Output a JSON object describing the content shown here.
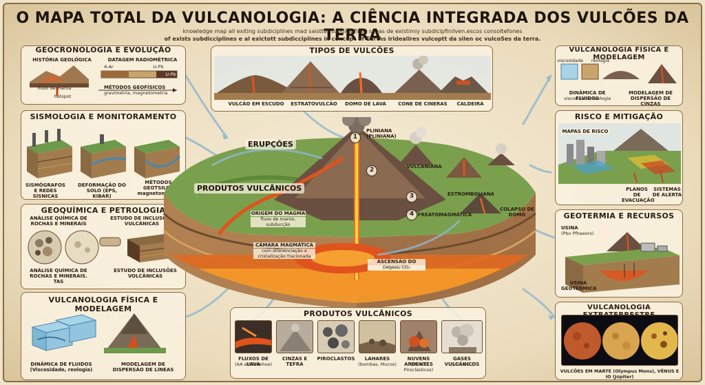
{
  "title": "O MAPA TOTAL DA VULCANOLOGIA: A CIÊNCIA INTEGRADA DOS VULCÕES DA TERRA",
  "subtitle_line1": "knowledge map all exiting subdiciplines mad saistter subdicipfines sxqas de existimiy subdicipfinilven.escos consoltefones",
  "subtitle_line2": "of exists subdicciplines e al exictott subdicciplines in concept of Earths iridealires vulcoptt da silen oc vulcoSes da terra.",
  "geocronologia": {
    "title": "GEOCRONOLOGIA E EVOLUÇÃO",
    "historia": "HISTÓRIA GEOLÓGICA",
    "datagem": "DATAGEM RADIOMÉTRICA",
    "ar": "6-Ar",
    "upb": "U-Pb",
    "upb2": "U-Pb",
    "fluxo": "fluxo de manta",
    "hotspot": "hetspot",
    "metodos": "MÉTODOS GEOFÍSICOS",
    "metodos_sub": "gravimetria, magnetometria"
  },
  "sismologia": {
    "title": "SISMOLOGIA E MONITORAMENTO",
    "sismografos": "SISMÓGRAFOS E REDES SÍSNICAS",
    "deformacao": "DEFORMAÇÃO DO SOLO (EPS, KIBAR)",
    "metodos": "MÉTODOS GEOTSILOS magnetometria"
  },
  "geoquimica": {
    "title": "GEOQUÍMICA E PETROLOGIA",
    "analise1": "ANÁLISE QUÍMICA DE ROCHAS E MINERAIS",
    "estudo1": "ESTUDO DE INCLUSÕES VULCÂNICAS",
    "analise2": "ANÁLISE QUÍMICA DE ROCHAS E MINERAIS. TAS",
    "estudo2": "ESTUDO DE INCLUSÕES VOLCÂNICAS"
  },
  "fisica_left": {
    "title": "VULCANOLOGIA FÍSICA E MODELAGEM",
    "dinamica": "DINÂMICA DE FLUIDOS (Viscosidade, reologia)",
    "modelagem": "MODELAGEM DE DISPERSÃO DE LÍNEAS"
  },
  "tipos": {
    "title": "TIPOS DE VULCÕES",
    "items": [
      "VULCÃO EM ESCUDO",
      "ESTRATOVULCÃO",
      "DOMO DE LAVA",
      "CONE DE CINERAS",
      "CALDEIRA"
    ]
  },
  "center": {
    "erupcoes": "ERUPÇÕES",
    "produtos": "PRODUTOS VULCÂNICOS",
    "pliniana": "PLINIANA (PLINIANA)",
    "vulcaniana": "VULCANIANA",
    "estromboliana": "ESTROMBOLIANA",
    "freatomagmatica": "FREATOMAGMÁTICA",
    "colapso": "COLAPSO DE DOMO",
    "origem": "ORIGEM DO MAGMA",
    "origem_sub": "fluxo de manto, subducção",
    "camara": "CÂMARA MAGMÁTICA",
    "camara_sub": "com diferenciação e cristalização fracionada",
    "ascensao": "ASCENSÃO DO MAGMA",
    "ascensao_sub": "Degass, CO₂",
    "numbers": [
      "1",
      "2",
      "3",
      "4"
    ]
  },
  "fisica_right": {
    "title": "VULCANOLOGIA FÍSICA E MODELAGEM",
    "viscosidade": "viscosidade",
    "reologia": "reologia",
    "dinamica": "DINÂMICA DE FLUIDOS",
    "dinamica_sub": "viscosidade, reologia",
    "modelagem": "MODELAGEM DE DISPERSÃO DE CINZAS"
  },
  "risco": {
    "title": "RISCO E MITIGAÇÃO",
    "mapas": "MAPAS DE RISCO",
    "planos": "PLANOS DE EVACUAÇÃO",
    "sistemas": "SISTEMAS DE ALERTA"
  },
  "geotermia": {
    "title": "GEOTERMIA E RECURSOS",
    "usina1": "USINA",
    "usina1_sub": "(Pbx Pfheeors)",
    "usina2": "USINA GEOTÉRMICA"
  },
  "extra": {
    "title": "VULCANOLOGIA EXTRATERRESTRE",
    "caption": "VULCÕES EM MARTE (Olympus Mons), VÊNUS E IO (Júpiter)"
  },
  "produtos": {
    "title": "PRODUTOS VULCÂNICOS",
    "items": [
      {
        "label": "FLUXOS DE LAVA",
        "sub": "(AA e Pahoehoe)"
      },
      {
        "label": "CINZAS E TEFRA",
        "sub": ""
      },
      {
        "label": "PIROCLASTOS",
        "sub": ""
      },
      {
        "label": "LAHARES",
        "sub": "(bombas, Mucos)"
      },
      {
        "label": "NUVENS ARDENTES",
        "sub": "(Fluxos Piroclásticos)"
      },
      {
        "label": "GASES VULCÂNICOS",
        "sub": "(SO₂, CO₂)"
      }
    ]
  },
  "colors": {
    "lava": "#e0531c",
    "magma": "#f59a2a",
    "border": "#8a6a42",
    "arrow": "#8fb6cf"
  }
}
